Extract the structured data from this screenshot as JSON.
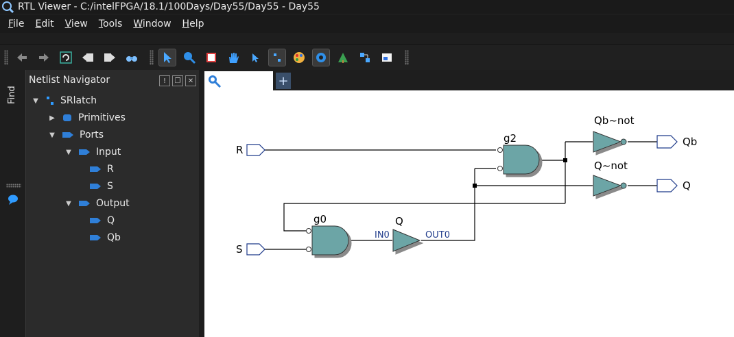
{
  "window": {
    "title": "RTL Viewer - C:/intelFPGA/18.1/100Days/Day55/Day55 - Day55"
  },
  "menu": [
    {
      "key": "F",
      "rest": "ile"
    },
    {
      "key": "E",
      "rest": "dit"
    },
    {
      "key": "V",
      "rest": "iew"
    },
    {
      "key": "T",
      "rest": "ools"
    },
    {
      "key": "W",
      "rest": "indow"
    },
    {
      "key": "H",
      "rest": "elp"
    }
  ],
  "toolbar": {
    "icons": [
      "back-icon",
      "forward-icon",
      "refresh-icon",
      "previous-page-icon",
      "next-page-icon",
      "find-binoculars-icon",
      "selection-tool-icon",
      "zoom-tool-icon",
      "fit-window-icon",
      "hand-tool-icon",
      "select-arrow-icon",
      "netlist-icon",
      "color-palette-icon",
      "settings-gear-icon",
      "tree-icon",
      "hierarchy-icon",
      "export-icon"
    ],
    "active": [
      "selection-tool-icon",
      "netlist-icon",
      "settings-gear-icon"
    ]
  },
  "side_tab": {
    "find_label": "Find"
  },
  "navigator": {
    "title": "Netlist Navigator",
    "tree": [
      {
        "label": "SRlatch",
        "expanded": true
      },
      {
        "label": "Primitives",
        "expanded": false
      },
      {
        "label": "Ports",
        "expanded": true
      },
      {
        "label": "Input",
        "expanded": true
      },
      {
        "label": "R"
      },
      {
        "label": "S"
      },
      {
        "label": "Output",
        "expanded": true
      },
      {
        "label": "Q"
      },
      {
        "label": "Qb"
      }
    ]
  },
  "schematic": {
    "ports_in": [
      "R",
      "S"
    ],
    "ports_out": [
      "Qb",
      "Q"
    ],
    "gates": {
      "g2": "g2",
      "g0": "g0",
      "buffer": "Q",
      "buffer_in": "IN0",
      "buffer_out": "OUT0",
      "not_qb": "Qb~not",
      "not_q": "Q~not"
    }
  },
  "colors": {
    "gate_fill": "#6ca5a6",
    "port_stroke": "#1e3a8a",
    "accent_blue": "#1a8cff"
  }
}
